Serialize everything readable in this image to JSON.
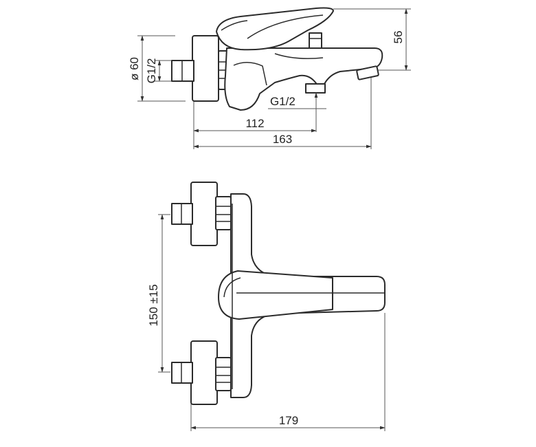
{
  "drawing": {
    "top_view": {
      "dim_diameter": "ø 60",
      "dim_thread_inlet": "G1/2",
      "dim_thread_outlet": "G1/2",
      "dim_height": "56",
      "dim_length_inner": "112",
      "dim_length_total": "163"
    },
    "front_view": {
      "dim_centers": "150 ±15",
      "dim_width": "179"
    }
  }
}
